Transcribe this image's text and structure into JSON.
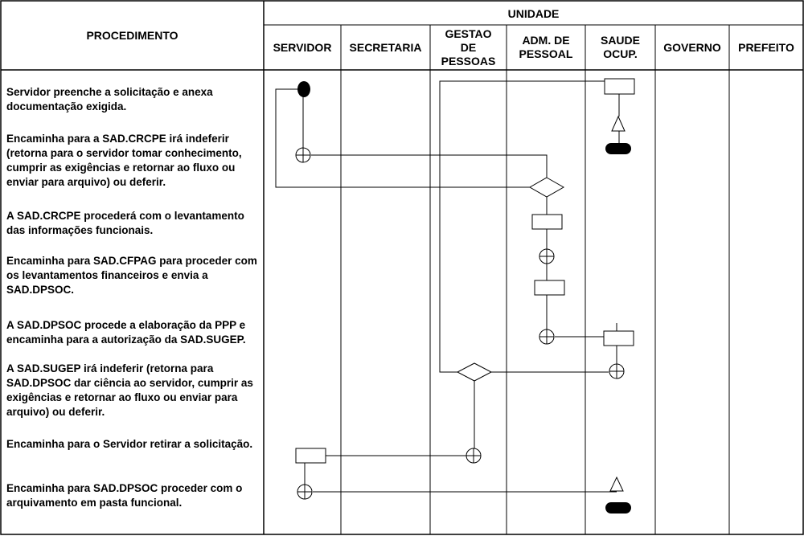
{
  "header": {
    "procedure_label": "PROCEDIMENTO",
    "unit_label": "UNIDADE",
    "columns": [
      {
        "line1": "SERVIDOR",
        "line2": "",
        "line3": ""
      },
      {
        "line1": "SECRETARIA",
        "line2": "",
        "line3": ""
      },
      {
        "line1": "GESTAO",
        "line2": "DE",
        "line3": "PESSOAS"
      },
      {
        "line1": "ADM. DE",
        "line2": "PESSOAL",
        "line3": ""
      },
      {
        "line1": "SAUDE",
        "line2": "OCUP.",
        "line3": ""
      },
      {
        "line1": "GOVERNO",
        "line2": "",
        "line3": ""
      },
      {
        "line1": "PREFEITO",
        "line2": "",
        "line3": ""
      }
    ]
  },
  "steps": [
    "Servidor preenche a solicitação e anexa documentação exigida.",
    "Encaminha para a SAD.CRCPE irá indeferir (retorna para o servidor tomar conhecimento, cumprir as exigências e retornar ao fluxo ou enviar para arquivo) ou deferir.",
    "A SAD.CRCPE procederá com o levantamento das informações funcionais.",
    "Encaminha para SAD.CFPAG para proceder com os levantamentos financeiros e envia a SAD.DPSOC.",
    "A SAD.DPSOC procede a elaboração da PPP e encaminha para a autorização da SAD.SUGEP.",
    "A SAD.SUGEP irá indeferir (retorna para SAD.DPSOC dar ciência ao servidor, cumprir as exigências e retornar ao fluxo ou enviar para arquivo) ou deferir.",
    "Encaminha para o Servidor retirar a solicitação.",
    "Encaminha para SAD.DPSOC proceder com o arquivamento em pasta funcional."
  ]
}
